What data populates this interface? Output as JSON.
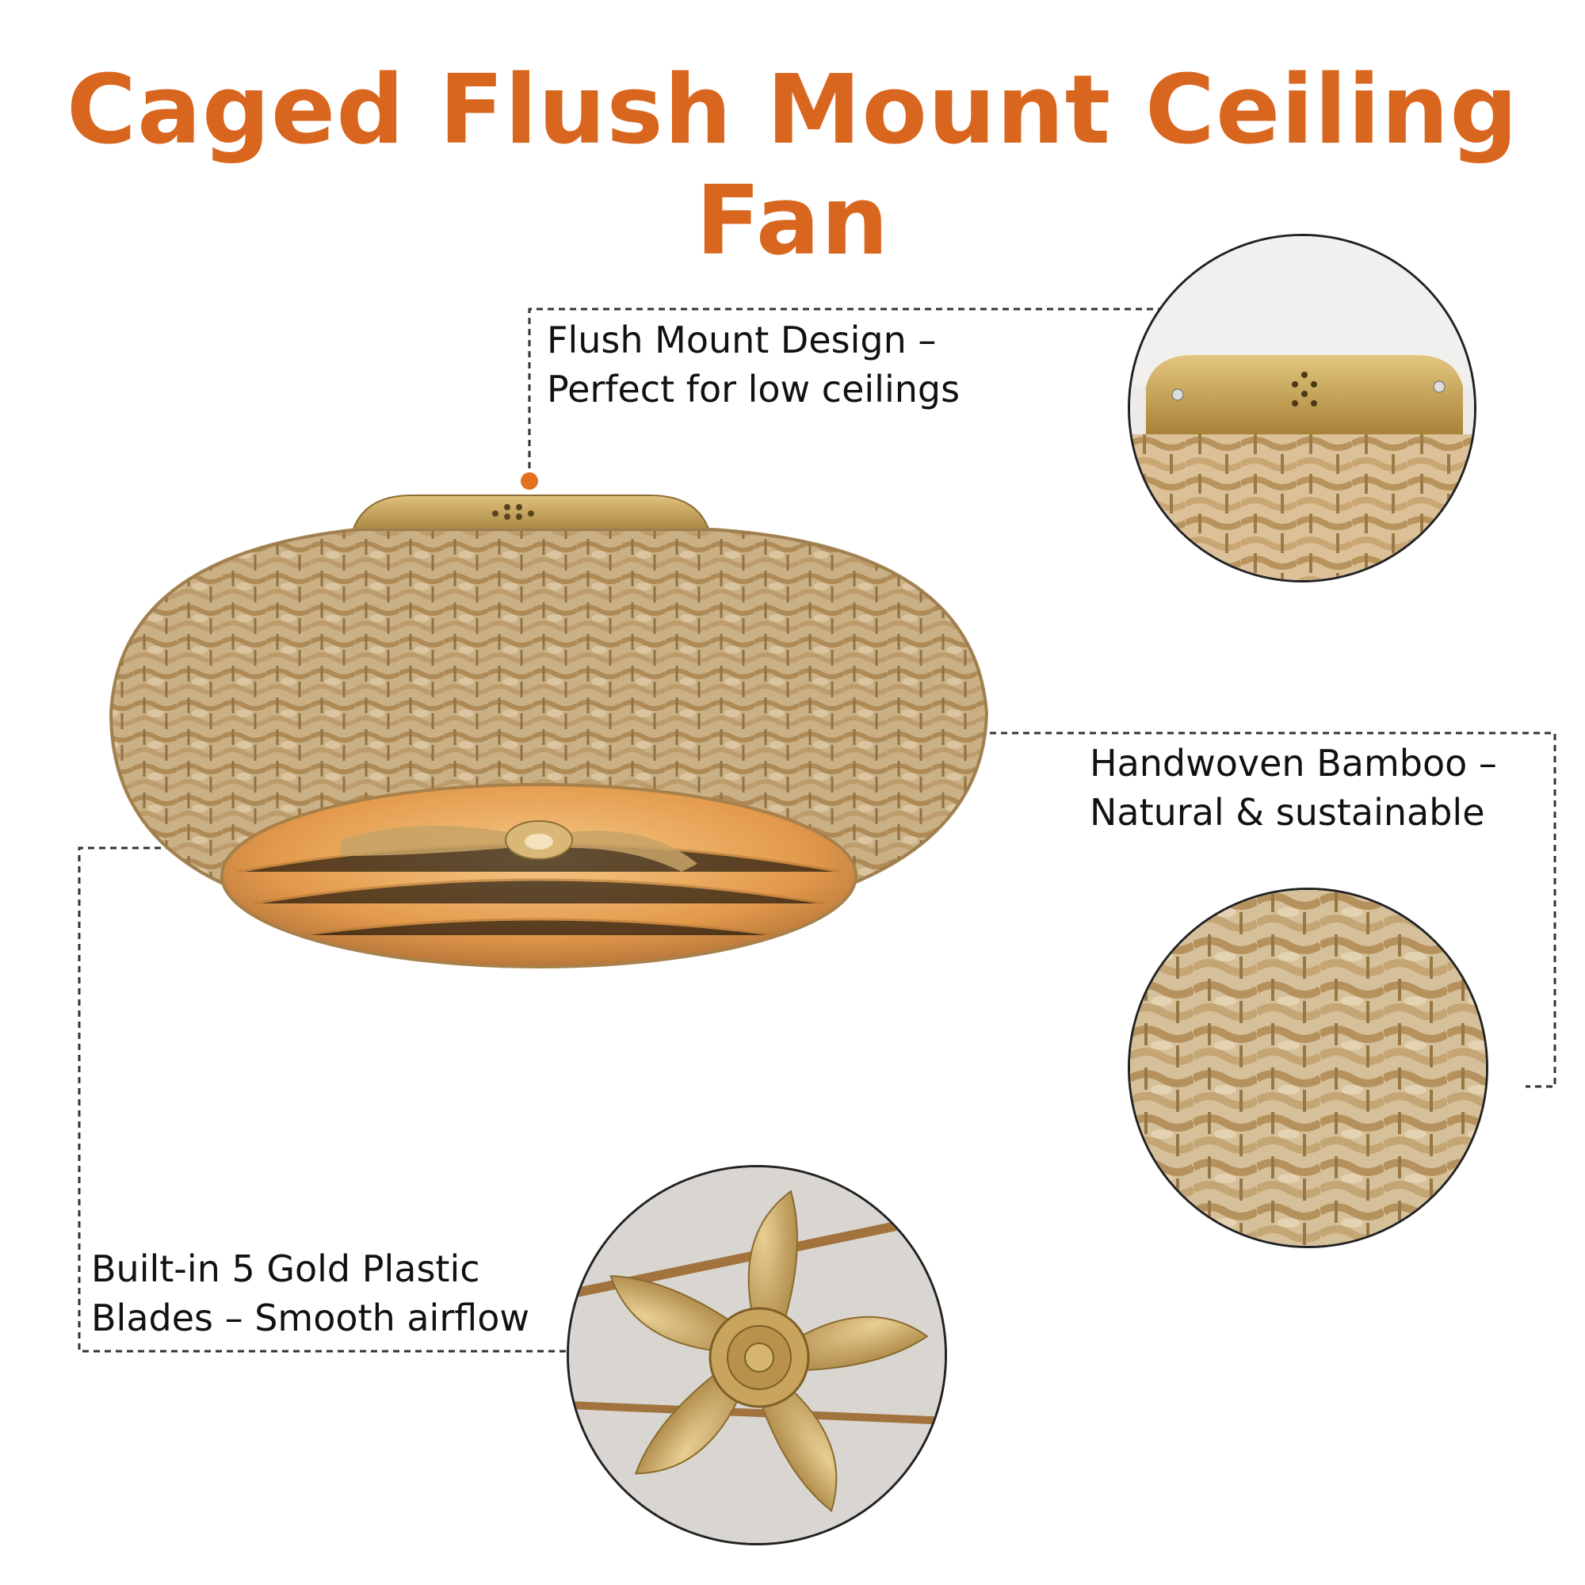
{
  "title": "Caged Flush Mount Ceiling Fan",
  "colors": {
    "title": "#d9661e",
    "accent_dot": "#e2701e",
    "rattan_light": "#ddc39a",
    "rattan_mid": "#c9a673",
    "rattan_dark": "#9c7a47",
    "gold": "#c9a45d",
    "interior_glow": "#e9a75a"
  },
  "callouts": {
    "flush_mount": {
      "line1": "Flush Mount Design –",
      "line2": "Perfect for low ceilings"
    },
    "bamboo": {
      "line1": "Handwoven Bamboo –",
      "line2": "Natural & sustainable"
    },
    "blades": {
      "line1": "Built-in 5 Gold Plastic",
      "line2": "Blades – Smooth airflow"
    }
  },
  "images": {
    "main": "rattan-ceiling-fan-photo",
    "zoom_top": "gold-canopy-closeup",
    "zoom_middle": "woven-bamboo-closeup",
    "zoom_bottom": "gold-fan-blades-closeup"
  }
}
